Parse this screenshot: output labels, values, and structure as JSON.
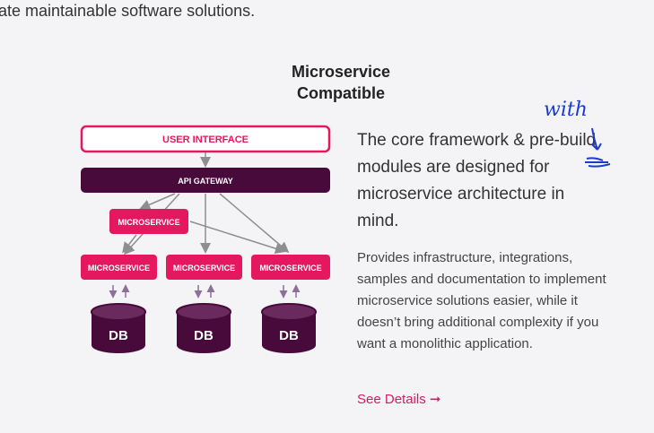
{
  "intro": {
    "text": "ate maintainable software solutions."
  },
  "section": {
    "title_line1": "Microservice",
    "title_line2": "Compatible",
    "lead": "The core framework & pre-build modules are designed for microservice architecture in mind.",
    "description": "Provides infrastructure, integrations, samples and documentation to implement microservice solutions easier, while it doesn’t bring additional complexity if you want a monolithic application.",
    "link": {
      "label": "See Details",
      "arrow": "➞"
    }
  },
  "diagram": {
    "user_interface": "USER INTERFACE",
    "api_gateway": "API GATEWAY",
    "microservice_mid": "MICROSERVICE",
    "microservices": [
      "MICROSERVICE",
      "MICROSERVICE",
      "MICROSERVICE"
    ],
    "databases": [
      "DB",
      "DB",
      "DB"
    ],
    "colors": {
      "pink": "#e3185e",
      "dark": "#470a3a",
      "arrow": "#8e8e8e"
    }
  },
  "annotation": {
    "handwritten_text": "with"
  }
}
